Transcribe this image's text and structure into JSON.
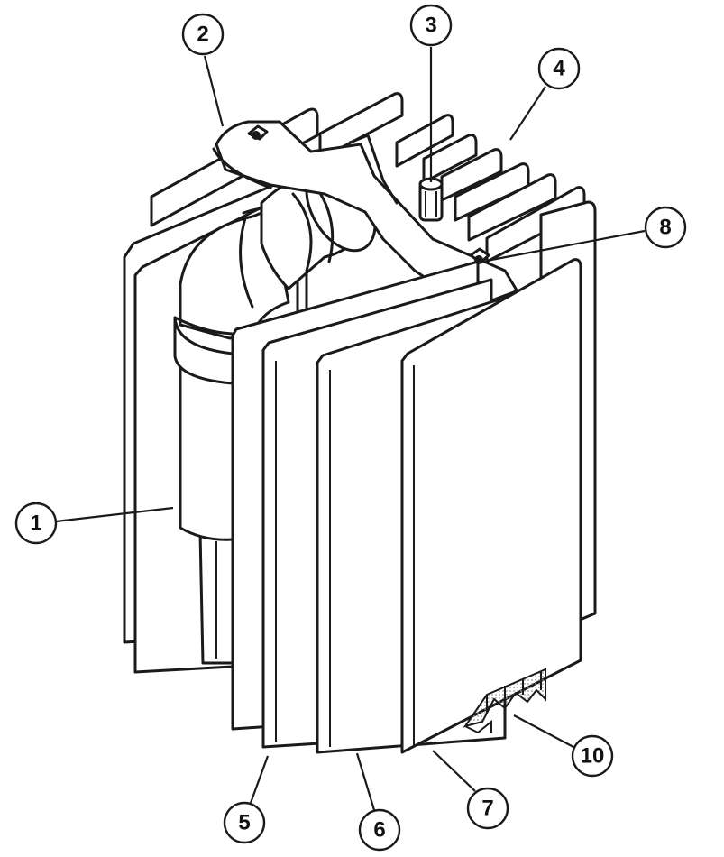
{
  "diagram": {
    "callouts": [
      {
        "id": "1",
        "label": "1"
      },
      {
        "id": "2",
        "label": "2"
      },
      {
        "id": "3",
        "label": "3"
      },
      {
        "id": "4",
        "label": "4"
      },
      {
        "id": "5",
        "label": "5"
      },
      {
        "id": "6",
        "label": "6"
      },
      {
        "id": "7",
        "label": "7"
      },
      {
        "id": "8",
        "label": "8"
      },
      {
        "id": "10",
        "label": "10"
      }
    ],
    "colors": {
      "line": "#1a1a1a",
      "fill": "#ffffff",
      "dots": "#9a9a9a"
    }
  }
}
